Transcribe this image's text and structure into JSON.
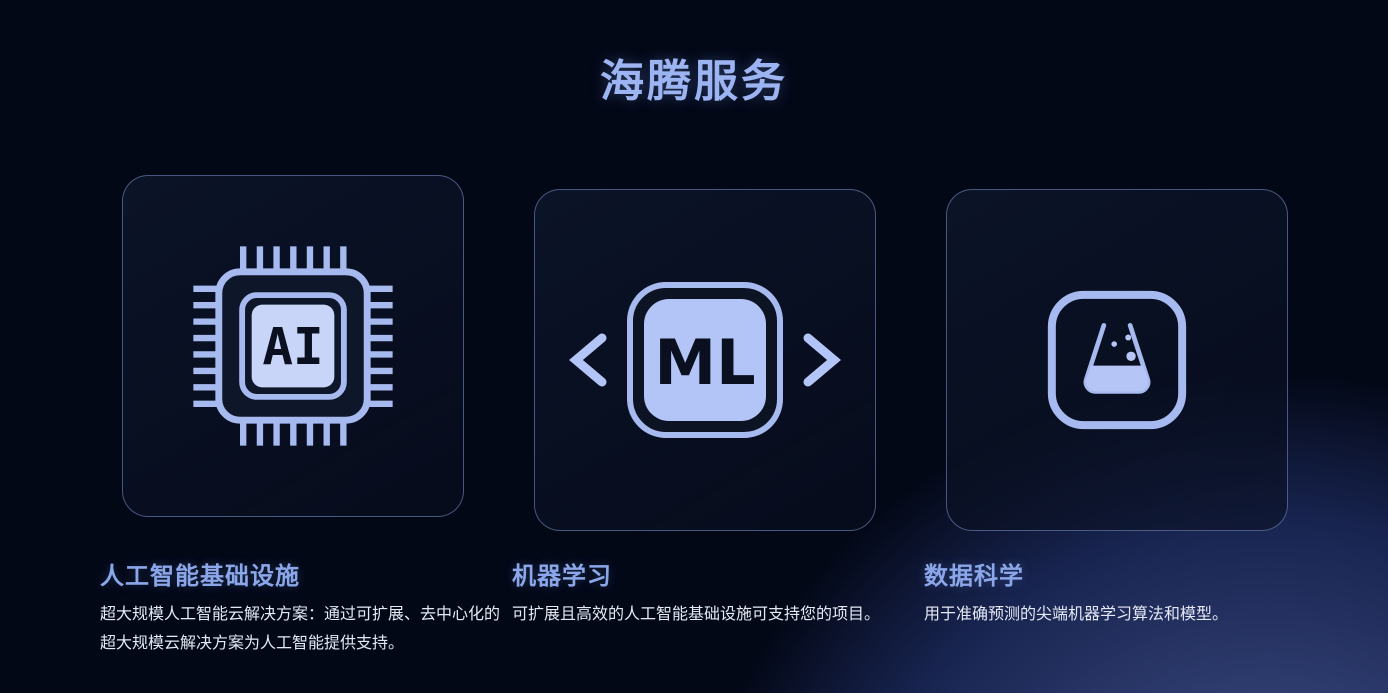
{
  "section": {
    "title": "海腾服务"
  },
  "theme": {
    "background_top": "#030817",
    "background_glow": "#46568f",
    "card_border": "#88a2de",
    "accent_stroke": "#a6baf0",
    "accent_fill_light": "#c8d4f8",
    "accent_fill_mid": "#b3c4f6",
    "section_title_color": "#9db4f2",
    "card_title_color": "#8ba6e9",
    "body_text_color": "#e4e9f4",
    "icon_dark": "#0c1424"
  },
  "services": [
    {
      "icon": "ai-chip-icon",
      "icon_label": "AI",
      "title": "人工智能基础设施",
      "description": "超大规模人工智能云解决方案：通过可扩展、去中心化的\n超大规模云解决方案为人工智能提供支持。"
    },
    {
      "icon": "ml-brackets-icon",
      "icon_label": "ML",
      "title": "机器学习",
      "description": "可扩展且高效的人工智能基础设施可支持您的项目。"
    },
    {
      "icon": "data-science-flask-icon",
      "title": "数据科学",
      "description": "用于准确预测的尖端机器学习算法和模型。"
    }
  ]
}
